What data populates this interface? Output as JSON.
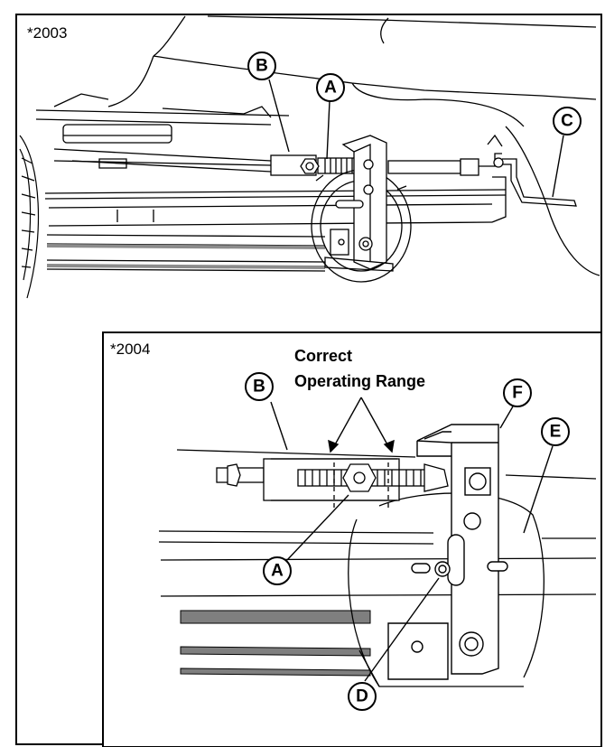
{
  "figures": [
    {
      "id": "*2003"
    },
    {
      "id": "*2004"
    }
  ],
  "labels": {
    "top_A": "A",
    "top_B": "B",
    "top_C": "C",
    "inset_A": "A",
    "inset_B": "B",
    "inset_D": "D",
    "inset_E": "E",
    "inset_F": "F"
  },
  "range_caption": {
    "line1": "Correct",
    "line2": "Operating Range"
  }
}
